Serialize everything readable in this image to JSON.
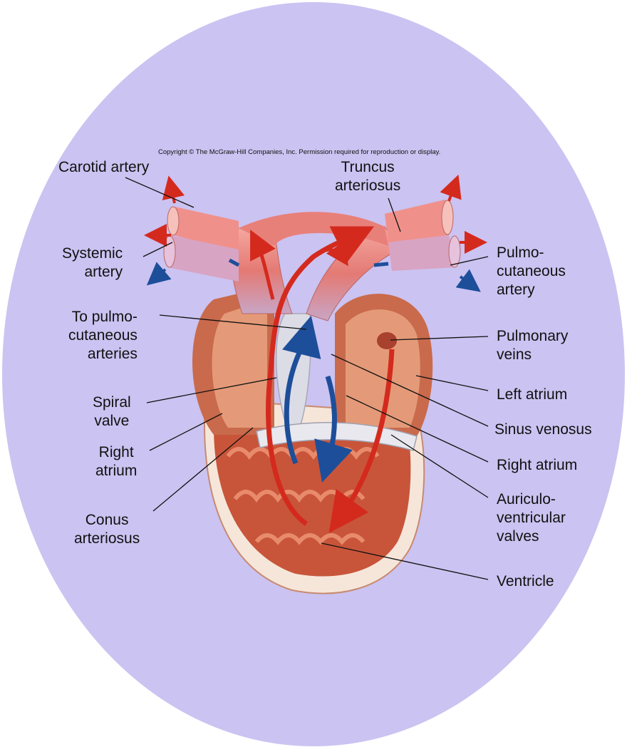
{
  "copyright": "Copyright © The McGraw-Hill Companies, Inc. Permission required for reproduction or display.",
  "labels": {
    "carotid_artery": "Carotid artery",
    "truncus_arteriosus": "Truncus\narteriosus",
    "systemic_artery": "Systemic\nartery",
    "pulmocutaneous_artery": "Pulmo-\ncutaneous\nartery",
    "to_pulmocutaneous_arteries": "To pulmo-\ncutaneous\narteries",
    "pulmonary_veins": "Pulmonary\nveins",
    "left_atrium": "Left atrium",
    "spiral_valve": "Spiral\nvalve",
    "sinus_venosus": "Sinus venosus",
    "right_atrium_left": "Right\natrium",
    "right_atrium_right": "Right atrium",
    "auriculoventricular_valves": "Auriculo-\nventricular\nvalves",
    "conus_arteriosus": "Conus\narteriosus",
    "ventricle": "Ventricle"
  },
  "colors": {
    "background_oval": "#cbc3f1",
    "heart_wall": "#c96a4c",
    "heart_inner": "#e49a78",
    "ventricle_rim": "#f6e6da",
    "oxygenated_flow": "#d42a1e",
    "deoxygenated_flow": "#1d4e9a",
    "valve": "#e8e8ee"
  },
  "icons": [
    "red-flow-arrow-icon",
    "blue-flow-arrow-icon"
  ]
}
